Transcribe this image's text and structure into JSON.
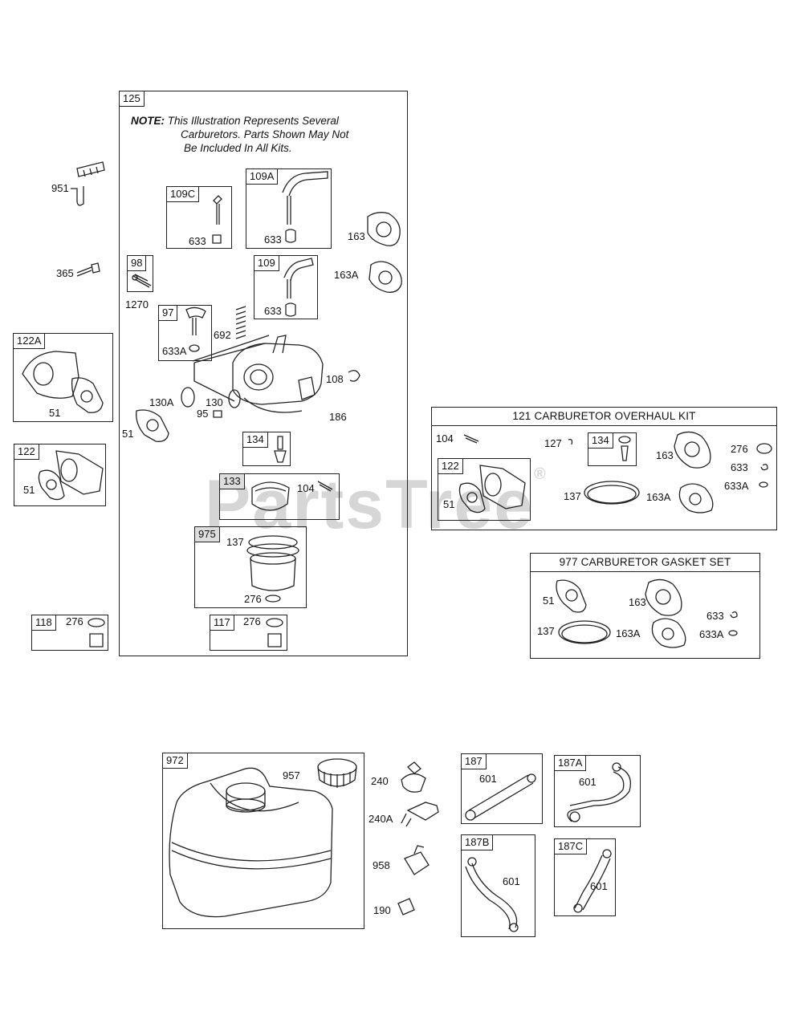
{
  "watermark": "PartsTree",
  "note": {
    "prefix": "NOTE:",
    "line1": "This Illustration Represents Several",
    "line2": "Carburetors. Parts Shown May Not",
    "line3": "Be Included In All Kits."
  },
  "boxes": {
    "b125": "125",
    "b109c": "109C",
    "b109a": "109A",
    "b98": "98",
    "b109": "109",
    "b97": "97",
    "b134": "134",
    "b133": "133",
    "b975": "975",
    "b117": "117",
    "b118": "118",
    "b122a": "122A",
    "b122": "122",
    "b972": "972",
    "b187": "187",
    "b187a": "187A",
    "b187b": "187B",
    "b187c": "187C"
  },
  "kits": {
    "overhaul_title": "121 CARBURETOR OVERHAUL KIT",
    "overhaul_sub134": "134",
    "overhaul_sub122": "122",
    "gasket_title": "977 CARBURETOR GASKET SET"
  },
  "labels": {
    "l951": "951",
    "l365": "365",
    "l1270": "1270",
    "l633a": "633",
    "l633b": "633",
    "l633c": "633",
    "l163": "163",
    "l163A": "163A",
    "l692": "692",
    "l633A": "633A",
    "l108": "108",
    "l130A": "130A",
    "l130": "130",
    "l95": "95",
    "l51a": "51",
    "l186": "186",
    "l104": "104",
    "l137": "137",
    "l276a": "276",
    "l276b": "276",
    "l276c": "276",
    "l51b": "51",
    "l51c": "51",
    "ok104": "104",
    "ok127": "127",
    "ok163": "163",
    "ok276": "276",
    "ok633": "633",
    "ok633A": "633A",
    "ok137": "137",
    "ok163A": "163A",
    "ok51": "51",
    "gs51": "51",
    "gs163": "163",
    "gs633": "633",
    "gs137": "137",
    "gs163A": "163A",
    "gs633A": "633A",
    "l957": "957",
    "l240": "240",
    "l240A": "240A",
    "l958": "958",
    "l190": "190",
    "l601a": "601",
    "l601b": "601",
    "l601c": "601",
    "l601d": "601"
  }
}
